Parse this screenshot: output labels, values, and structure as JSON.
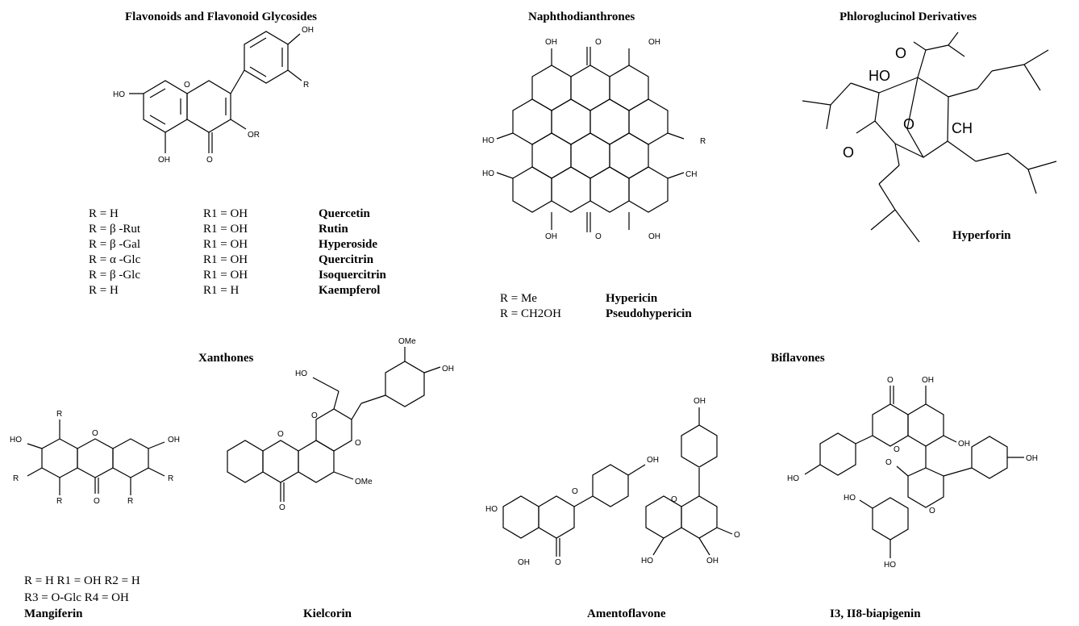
{
  "sections": {
    "flavonoids": "Flavonoids and Flavonoid Glycosides",
    "naphtho": "Naphthodianthrones",
    "phloro": "Phloroglucinol Derivatives",
    "xanthones": "Xanthones",
    "biflavones": "Biflavones"
  },
  "flavonoid_table": [
    {
      "r": "R = H",
      "r1": "R1 = OH",
      "name": "Quercetin"
    },
    {
      "r": "R = β -Rut",
      "r1": "R1 = OH",
      "name": "Rutin"
    },
    {
      "r": "R = β -Gal",
      "r1": "R1 = OH",
      "name": "Hyperoside"
    },
    {
      "r": "R = α -Glc",
      "r1": "R1 = OH",
      "name": "Quercitrin"
    },
    {
      "r": "R = β -Glc",
      "r1": "R1 = OH",
      "name": "Isoquercitrin"
    },
    {
      "r": "R = H",
      "r1": "R1 = H",
      "name": "Kaempferol"
    }
  ],
  "naphtho_table": [
    {
      "r": "R = Me",
      "name": "Hypericin"
    },
    {
      "r": "R = CH2OH",
      "name": "Pseudohypericin"
    }
  ],
  "hyperforin_name": "Hyperforin",
  "mangiferin": {
    "line1": "R = H  R1 = OH  R2 = H",
    "line2": "R3 = O-Glc  R4 = OH",
    "name": "Mangiferin"
  },
  "kielcorin_name": "Kielcorin",
  "amentoflavone_name": "Amentoflavone",
  "biapigenin_name": "I3, II8-biapigenin",
  "atom_labels": {
    "OH": "OH",
    "HO": "HO",
    "O": "O",
    "OR": "OR",
    "R1": "R",
    "R": "R",
    "CH3": "CH",
    "OMe": "OMe",
    "R2": "R",
    "R3": "R",
    "R4": "R"
  }
}
